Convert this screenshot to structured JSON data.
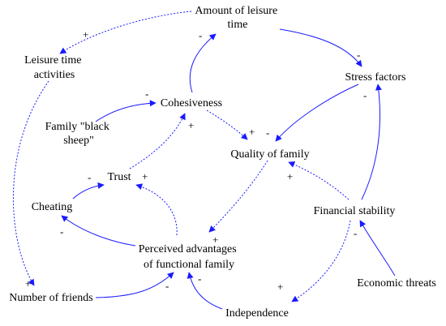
{
  "colors": {
    "arrow": "#1a1aff",
    "text": "#000000",
    "background": "#ffffff"
  },
  "nodes": {
    "amount_of_leisure_time": [
      "Amount of leisure",
      "time"
    ],
    "leisure_time_activities": [
      "Leisure time",
      "activities"
    ],
    "stress_factors": [
      "Stress factors"
    ],
    "cohesiveness": [
      "Cohesiveness"
    ],
    "family_black_sheep": [
      "Family \"black",
      "sheep\""
    ],
    "quality_of_family": [
      "Quality of family"
    ],
    "trust": [
      "Trust"
    ],
    "cheating": [
      "Cheating"
    ],
    "financial_stability": [
      "Financial stability"
    ],
    "perceived_advantages": [
      "Perceived advantages",
      "of functional family"
    ],
    "number_of_friends": [
      "Number of friends"
    ],
    "economic_threats": [
      "Economic threats"
    ],
    "independence": [
      "Independence"
    ]
  },
  "edges": [
    {
      "id": "leisure_time_to_activities",
      "from": "Amount of leisure time",
      "to": "Leisure time activities",
      "polarity": "+",
      "style": "dotted"
    },
    {
      "id": "cohesiveness_to_leisure_time",
      "from": "Cohesiveness",
      "to": "Amount of leisure time",
      "polarity": "-",
      "style": "solid"
    },
    {
      "id": "leisure_time_to_stress",
      "from": "Amount of leisure time",
      "to": "Stress factors",
      "polarity": "-",
      "style": "solid"
    },
    {
      "id": "black_sheep_to_cohesiveness",
      "from": "Family \"black sheep\"",
      "to": "Cohesiveness",
      "polarity": "-",
      "style": "solid"
    },
    {
      "id": "cohesiveness_to_quality",
      "from": "Cohesiveness",
      "to": "Quality of family",
      "polarity": "+",
      "style": "dotted"
    },
    {
      "id": "stress_to_quality",
      "from": "Stress factors",
      "to": "Quality of family",
      "polarity": "-",
      "style": "solid"
    },
    {
      "id": "trust_to_cohesiveness",
      "from": "Trust",
      "to": "Cohesiveness",
      "polarity": "+",
      "style": "dotted"
    },
    {
      "id": "cheating_to_trust",
      "from": "Cheating",
      "to": "Trust",
      "polarity": "-",
      "style": "solid"
    },
    {
      "id": "perceived_to_trust",
      "from": "Perceived advantages of functional family",
      "to": "Trust",
      "polarity": "+",
      "style": "dotted"
    },
    {
      "id": "perceived_to_cheating",
      "from": "Perceived advantages of functional family",
      "to": "Cheating",
      "polarity": "-",
      "style": "solid"
    },
    {
      "id": "quality_to_perceived",
      "from": "Quality of family",
      "to": "Perceived advantages of functional family",
      "polarity": "+",
      "style": "dotted"
    },
    {
      "id": "financial_to_quality",
      "from": "Financial stability",
      "to": "Quality of family",
      "polarity": "+",
      "style": "dotted"
    },
    {
      "id": "financial_to_stress",
      "from": "Financial stability",
      "to": "Stress factors",
      "polarity": "-",
      "style": "solid"
    },
    {
      "id": "economic_to_financial",
      "from": "Economic threats",
      "to": "Financial stability",
      "polarity": "-",
      "style": "solid"
    },
    {
      "id": "financial_to_independence",
      "from": "Financial stability",
      "to": "Independence",
      "polarity": "+",
      "style": "dotted"
    },
    {
      "id": "independence_to_perceived",
      "from": "Independence",
      "to": "Perceived advantages of functional family",
      "polarity": "-",
      "style": "solid"
    },
    {
      "id": "friends_to_perceived",
      "from": "Number of friends",
      "to": "Perceived advantages of functional family",
      "polarity": "-",
      "style": "solid"
    },
    {
      "id": "activities_to_friends",
      "from": "Leisure time activities",
      "to": "Number of friends",
      "polarity": "+",
      "style": "dotted"
    }
  ]
}
